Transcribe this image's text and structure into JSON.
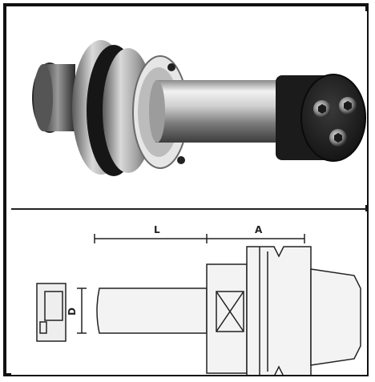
{
  "drawing": {
    "label_length": "L",
    "label_assembly": "A",
    "label_diameter": "D"
  },
  "colors": {
    "metal_light": "#f0f0f0",
    "metal_mid": "#b8b8b8",
    "metal_dark": "#3a3a3a",
    "black_part": "#1b1b1b",
    "line": "#222222"
  },
  "icons": {
    "photo": "shell-mill-arbor-photo",
    "drawing": "technical-drawing"
  }
}
